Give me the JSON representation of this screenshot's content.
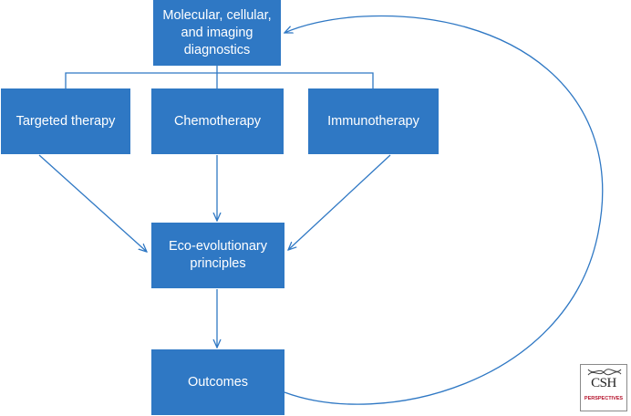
{
  "nodes": {
    "diagnostics": "Molecular, cellular, and imaging diagnostics",
    "targeted": "Targeted therapy",
    "chemo": "Chemotherapy",
    "immuno": "Immunotherapy",
    "eco": "Eco-evolutionary principles",
    "outcomes": "Outcomes"
  },
  "logo": {
    "name": "CSH",
    "sub": "PERSPECTIVES"
  },
  "colors": {
    "box": "#2f78c4",
    "line": "#2f78c4"
  }
}
